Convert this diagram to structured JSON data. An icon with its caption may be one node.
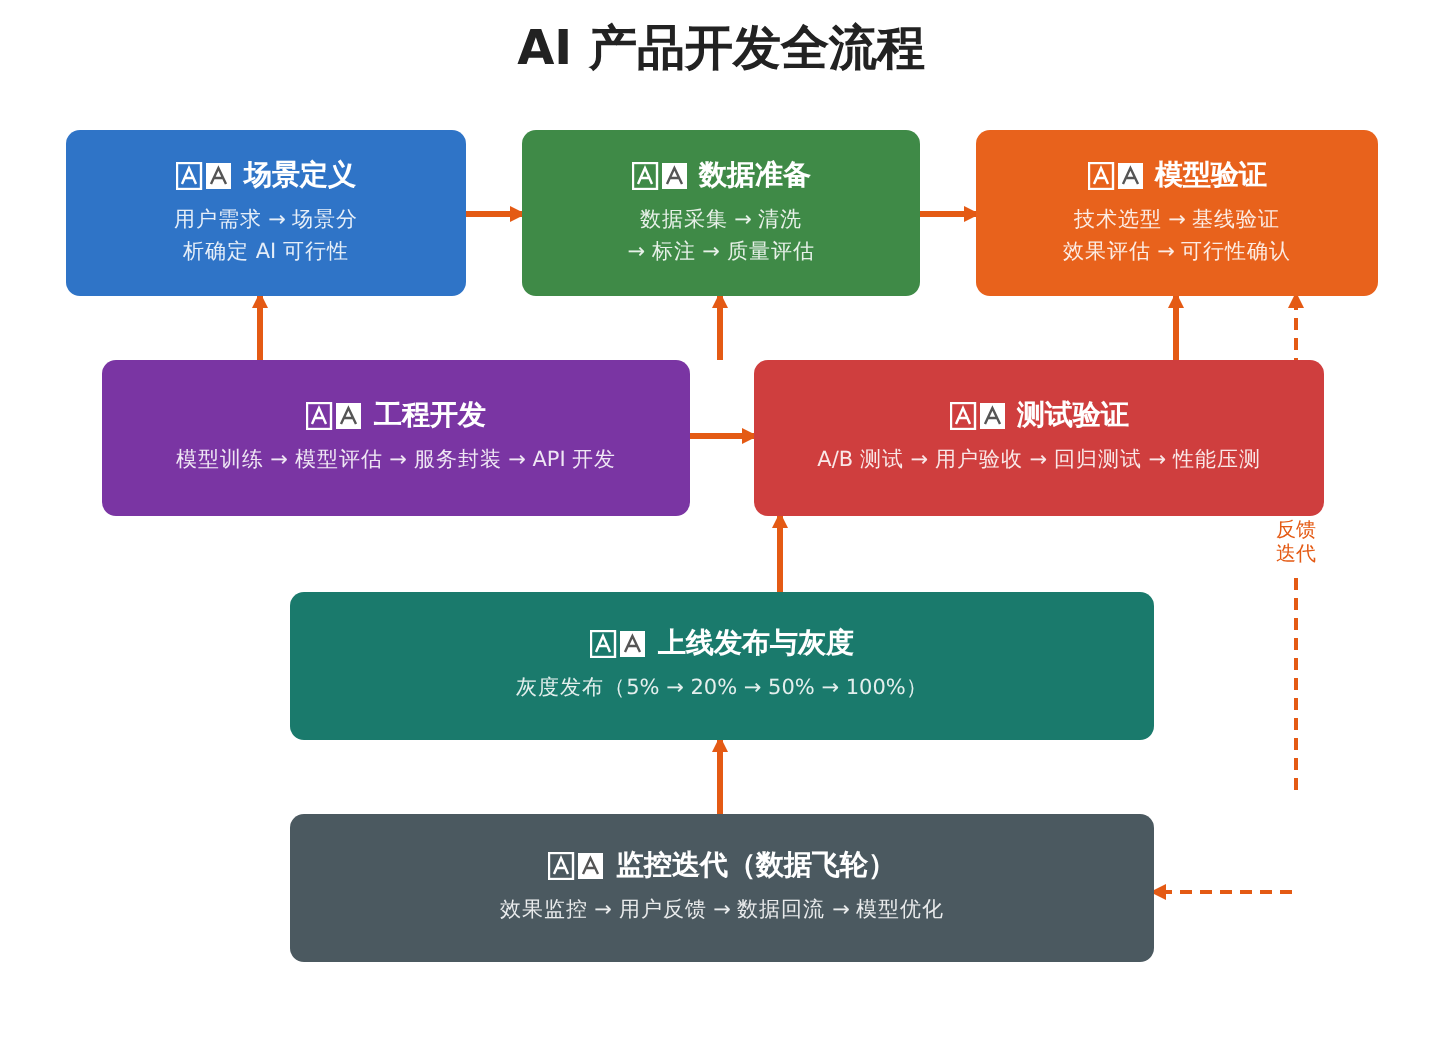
{
  "diagram": {
    "title": "AI 产品开发全流程",
    "nodes": [
      {
        "text": [
          "场景定义",
          "用户需求 → 场景分析确定 AI 可行性"
        ]
      },
      {
        "text": [
          "数据准备",
          "数据采集 → 清洗 → 标注 → 质量评估"
        ]
      },
      {
        "text": [
          "模型验证",
          "技术选型 → 基线验证效果评估 → 可行性确认"
        ]
      },
      {
        "text": [
          "工程开发",
          "模型训练 → 模型评估 → 服务封装 → API 开发"
        ]
      },
      {
        "text": [
          "测试验证",
          "A/B 测试 → 用户验收 → 回归测试 → 性能压测"
        ]
      },
      {
        "text": [
          "上线发布与灰度",
          "灰度发布（5% → 20% → 50% → 100%）"
        ]
      },
      {
        "text": [
          "监控迭代（数据飞轮）",
          "效果监控 → 用户反馈 → 数据回流 → 模型优化"
        ]
      }
    ],
    "edges": [
      {
        "from": 0,
        "to": 1,
        "arrow": "to"
      },
      {
        "from": 1,
        "to": 2,
        "arrow": "to"
      },
      {
        "from": 3,
        "to": 0,
        "arrow": "to"
      },
      {
        "from": 3,
        "to": 4,
        "arrow": "to"
      },
      {
        "from": null,
        "to": 1,
        "arrow": "to"
      },
      {
        "from": 4,
        "to": 2,
        "arrow": "to"
      },
      {
        "from": 5,
        "to": 4,
        "arrow": "to"
      },
      {
        "from": 6,
        "to": 5,
        "arrow": "to"
      },
      {
        "from": null,
        "to": 2,
        "arrow": "to",
        "style": "dashed",
        "label": "反馈迭代"
      },
      {
        "from": null,
        "to": 6,
        "arrow": "to",
        "style": "dashed"
      }
    ]
  }
}
